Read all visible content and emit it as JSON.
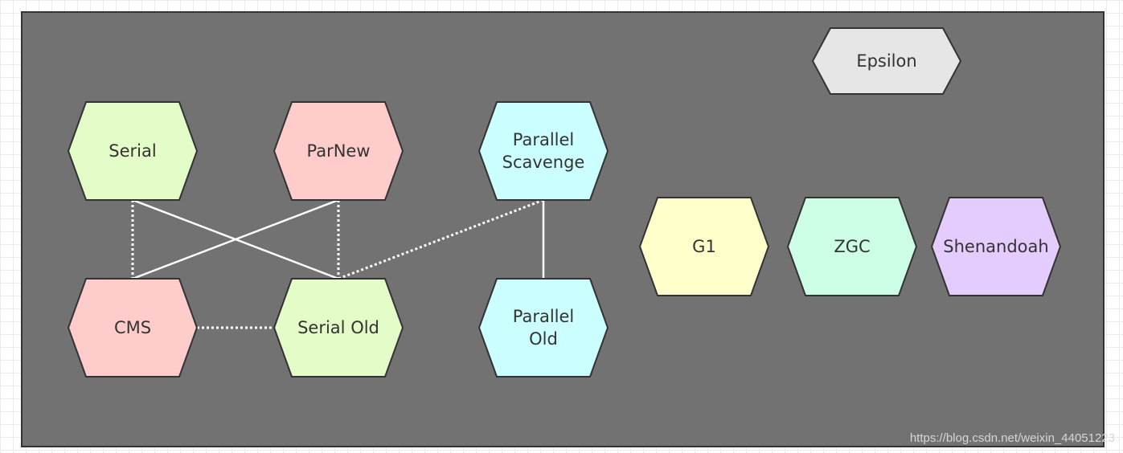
{
  "colors": {
    "canvas": "#727272",
    "border": "#333333",
    "edge": "#ffffff"
  },
  "nodes": [
    {
      "id": "serial",
      "lines": [
        "Serial"
      ],
      "color": "#e3fcc8"
    },
    {
      "id": "parnew",
      "lines": [
        "ParNew"
      ],
      "color": "#ffcccc"
    },
    {
      "id": "parallel-scavenge",
      "lines": [
        "Parallel",
        "Scavenge"
      ],
      "color": "#ccffff"
    },
    {
      "id": "cms",
      "lines": [
        "CMS"
      ],
      "color": "#ffcccc"
    },
    {
      "id": "serial-old",
      "lines": [
        "Serial Old"
      ],
      "color": "#e3fcc8"
    },
    {
      "id": "parallel-old",
      "lines": [
        "Parallel",
        "Old"
      ],
      "color": "#ccffff"
    },
    {
      "id": "g1",
      "lines": [
        "G1"
      ],
      "color": "#ffffcc"
    },
    {
      "id": "zgc",
      "lines": [
        "ZGC"
      ],
      "color": "#ccffe6"
    },
    {
      "id": "shenandoah",
      "lines": [
        "Shenandoah"
      ],
      "color": "#e5ccff"
    },
    {
      "id": "epsilon",
      "lines": [
        "Epsilon"
      ],
      "color": "#e6e6e6"
    }
  ],
  "edges": [
    {
      "from": "serial",
      "to": "cms",
      "style": "dotted"
    },
    {
      "from": "serial",
      "to": "serial-old",
      "style": "solid"
    },
    {
      "from": "parnew",
      "to": "cms",
      "style": "solid"
    },
    {
      "from": "parnew",
      "to": "serial-old",
      "style": "dotted"
    },
    {
      "from": "cms",
      "to": "serial-old",
      "style": "dotted"
    },
    {
      "from": "parallel-scavenge",
      "to": "serial-old",
      "style": "dotted"
    },
    {
      "from": "parallel-scavenge",
      "to": "parallel-old",
      "style": "solid"
    }
  ],
  "watermark": "https://blog.csdn.net/weixin_44051223"
}
